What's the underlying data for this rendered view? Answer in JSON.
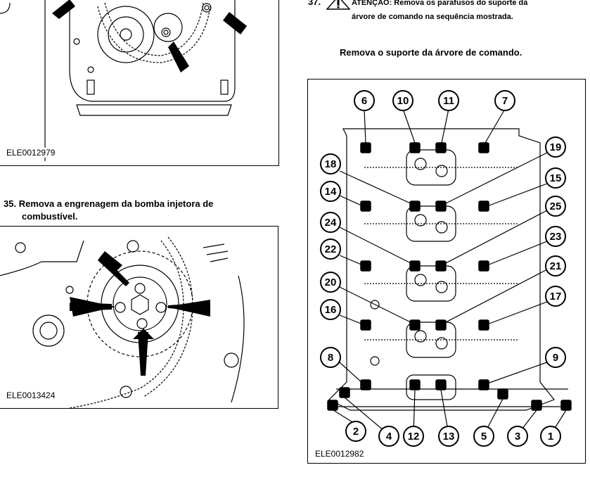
{
  "left_col": {
    "fig1": {
      "code": "ELE0012979"
    },
    "step35": {
      "number": "35.",
      "text": "Remova a engrenagem da bomba injetora de",
      "text2": "combustível."
    },
    "fig2": {
      "code": "ELE0013424"
    }
  },
  "right_col": {
    "step37": {
      "number": "37.",
      "warning_label": "ATENÇÃO:",
      "warning_text": "Remova os parafusos do suporte da",
      "warning_text2": "árvore de comando na sequência mostrada."
    },
    "instruction": "Remova o suporte da árvore de comando.",
    "fig3": {
      "code": "ELE0012982",
      "callouts_top": [
        "6",
        "10",
        "11",
        "7"
      ],
      "callouts_left": [
        "18",
        "14",
        "24",
        "22",
        "20",
        "16",
        "8"
      ],
      "callouts_right": [
        "19",
        "15",
        "25",
        "23",
        "21",
        "17",
        "9"
      ],
      "callouts_bottom": [
        "2",
        "4",
        "12",
        "13",
        "5",
        "3",
        "1"
      ]
    }
  }
}
